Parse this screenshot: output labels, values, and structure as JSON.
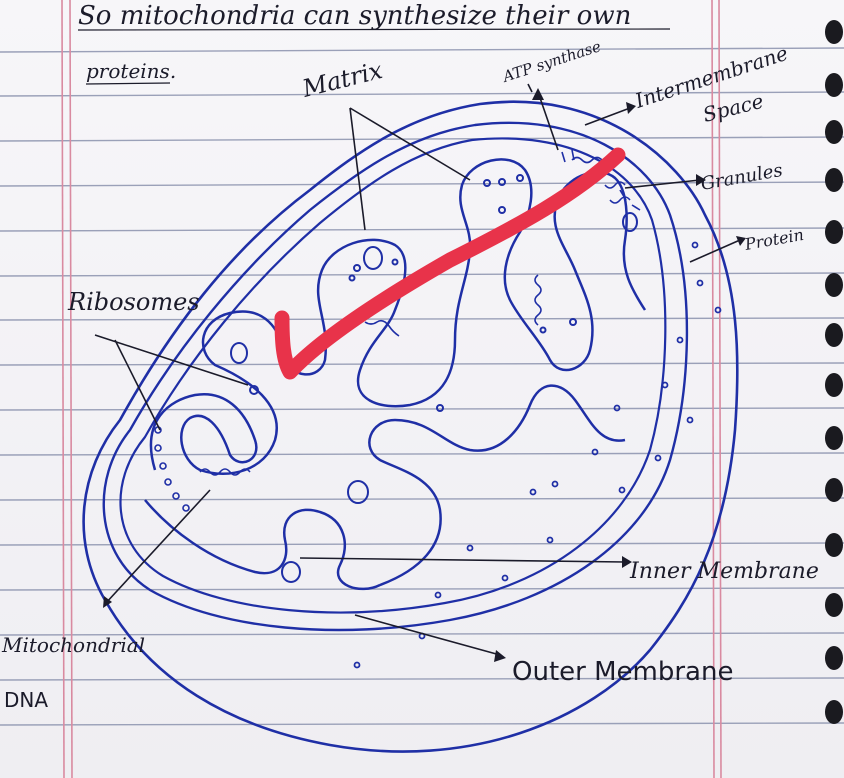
{
  "note": {
    "top_line": "So   mitochondria   can   synthesize  their  own",
    "top_line_2": "proteins."
  },
  "labels": {
    "matrix": "Matrix",
    "atp_synthase": "ATP synthase",
    "intermembrane": "Intermembrane",
    "space": "Space",
    "granules": "Granules",
    "protein": "Protein",
    "ribosomes": "Ribosomes",
    "inner_membrane": "Inner Membrane",
    "outer_membrane": "Outer Membrane",
    "mito_dna_1": "Mitochondrial",
    "mito_dna_2": "DNA"
  },
  "colors": {
    "ink_blue": "#1f2fa6",
    "ink_black": "#1b1b2a",
    "check_red": "#e8334a",
    "rule_line": "#9aa0b8",
    "margin_line": "#d98aa0"
  },
  "icons": {
    "check": "red-check-mark-icon",
    "binding": "spiral-binding-holes"
  }
}
